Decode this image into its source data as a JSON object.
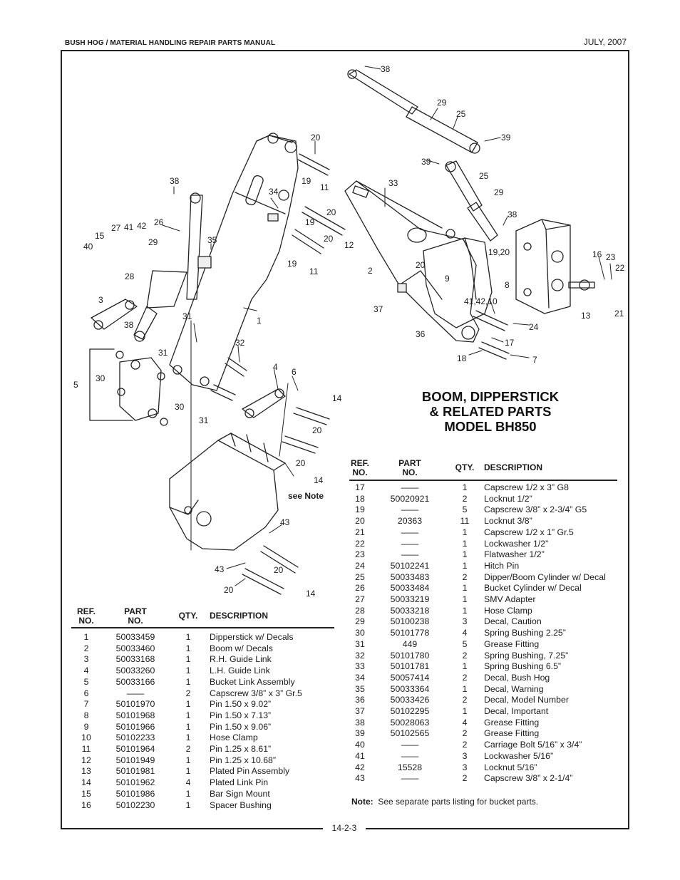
{
  "header": {
    "manual_title": "BUSH HOG / MATERIAL HANDLING REPAIR PARTS MANUAL",
    "date": "JULY, 2007"
  },
  "footer": {
    "page_number": "14-2-3"
  },
  "title": {
    "line1": "BOOM, DIPPERSTICK",
    "line2": "& RELATED PARTS",
    "line3": "MODEL BH850"
  },
  "table_headers": {
    "ref": "REF.",
    "ref2": "NO.",
    "part": "PART",
    "part2": "NO.",
    "qty": "QTY.",
    "desc": "DESCRIPTION"
  },
  "diagram": {
    "see_note": "see Note",
    "callouts": [
      "38",
      "29",
      "25",
      "39",
      "20",
      "19",
      "11",
      "39",
      "25",
      "29",
      "38",
      "33",
      "34",
      "20",
      "19",
      "20",
      "12",
      "19",
      "11",
      "35",
      "2",
      "20",
      "9",
      "19,20",
      "8",
      "16",
      "23",
      "22",
      "21",
      "13",
      "38",
      "26",
      "27",
      "41",
      "42",
      "15",
      "40",
      "28",
      "29",
      "3",
      "38",
      "31",
      "1",
      "37",
      "41,42,10",
      "36",
      "24",
      "17",
      "18",
      "7",
      "31",
      "32",
      "30",
      "5",
      "31",
      "30",
      "4",
      "6",
      "14",
      "20",
      "20",
      "14",
      "43",
      "43",
      "20",
      "20",
      "14"
    ]
  },
  "parts_left": [
    {
      "ref": "1",
      "part": "50033459",
      "qty": "1",
      "desc": "Dipperstick w/ Decals"
    },
    {
      "ref": "2",
      "part": "50033460",
      "qty": "1",
      "desc": "Boom w/ Decals"
    },
    {
      "ref": "3",
      "part": "50033168",
      "qty": "1",
      "desc": "R.H. Guide Link"
    },
    {
      "ref": "4",
      "part": "50033260",
      "qty": "1",
      "desc": "L.H. Guide Link"
    },
    {
      "ref": "5",
      "part": "50033166",
      "qty": "1",
      "desc": "Bucket Link Assembly"
    },
    {
      "ref": "6",
      "part": "——",
      "qty": "2",
      "desc": "Capscrew 3/8” x 3” Gr.5"
    },
    {
      "ref": "7",
      "part": "50101970",
      "qty": "1",
      "desc": "Pin 1.50 x 9.02”"
    },
    {
      "ref": "8",
      "part": "50101968",
      "qty": "1",
      "desc": "Pin 1.50 x 7.13”"
    },
    {
      "ref": "9",
      "part": "50101966",
      "qty": "1",
      "desc": "Pin 1.50 x 9.06”"
    },
    {
      "ref": "10",
      "part": "50102233",
      "qty": "1",
      "desc": "Hose Clamp"
    },
    {
      "ref": "11",
      "part": "50101964",
      "qty": "2",
      "desc": "Pin 1.25 x 8.61”"
    },
    {
      "ref": "12",
      "part": "50101949",
      "qty": "1",
      "desc": "Pin 1.25 x 10.68”"
    },
    {
      "ref": "13",
      "part": "50101981",
      "qty": "1",
      "desc": "Plated Pin Assembly"
    },
    {
      "ref": "14",
      "part": "50101962",
      "qty": "4",
      "desc": "Plated Link Pin"
    },
    {
      "ref": "15",
      "part": "50101986",
      "qty": "1",
      "desc": "Bar Sign Mount"
    },
    {
      "ref": "16",
      "part": "50102230",
      "qty": "1",
      "desc": "Spacer Bushing"
    }
  ],
  "parts_right": [
    {
      "ref": "17",
      "part": "——",
      "qty": "1",
      "desc": "Capscrew 1/2 x 3” G8"
    },
    {
      "ref": "18",
      "part": "50020921",
      "qty": "2",
      "desc": "Locknut 1/2”"
    },
    {
      "ref": "19",
      "part": "——",
      "qty": "5",
      "desc": "Capscrew 3/8” x 2-3/4” G5"
    },
    {
      "ref": "20",
      "part": "20363",
      "qty": "11",
      "desc": "Locknut 3/8”"
    },
    {
      "ref": "21",
      "part": "——",
      "qty": "1",
      "desc": "Capscrew 1/2 x 1” Gr.5"
    },
    {
      "ref": "22",
      "part": "——",
      "qty": "1",
      "desc": "Lockwasher 1/2”"
    },
    {
      "ref": "23",
      "part": "——",
      "qty": "1",
      "desc": "Flatwasher 1/2”"
    },
    {
      "ref": "24",
      "part": "50102241",
      "qty": "1",
      "desc": "Hitch Pin"
    },
    {
      "ref": "25",
      "part": "50033483",
      "qty": "2",
      "desc": "Dipper/Boom Cylinder w/ Decal"
    },
    {
      "ref": "26",
      "part": "50033484",
      "qty": "1",
      "desc": "Bucket Cylinder w/ Decal"
    },
    {
      "ref": "27",
      "part": "50033219",
      "qty": "1",
      "desc": "SMV Adapter"
    },
    {
      "ref": "28",
      "part": "50033218",
      "qty": "1",
      "desc": "Hose Clamp"
    },
    {
      "ref": "29",
      "part": "50100238",
      "qty": "3",
      "desc": "Decal, Caution"
    },
    {
      "ref": "30",
      "part": "50101778",
      "qty": "4",
      "desc": "Spring Bushing 2.25”"
    },
    {
      "ref": "31",
      "part": "449",
      "qty": "5",
      "desc": "Grease Fitting"
    },
    {
      "ref": "32",
      "part": "50101780",
      "qty": "2",
      "desc": "Spring Bushing, 7.25”"
    },
    {
      "ref": "33",
      "part": "50101781",
      "qty": "1",
      "desc": "Spring Bushing 6.5”"
    },
    {
      "ref": "34",
      "part": "50057414",
      "qty": "2",
      "desc": "Decal, Bush Hog"
    },
    {
      "ref": "35",
      "part": "50033364",
      "qty": "1",
      "desc": "Decal, Warning"
    },
    {
      "ref": "36",
      "part": "50033426",
      "qty": "2",
      "desc": "Decal, Model Number"
    },
    {
      "ref": "37",
      "part": "50102295",
      "qty": "1",
      "desc": "Decal, Important"
    },
    {
      "ref": "38",
      "part": "50028063",
      "qty": "4",
      "desc": "Grease Fitting"
    },
    {
      "ref": "39",
      "part": "50102565",
      "qty": "2",
      "desc": "Grease Fitting"
    },
    {
      "ref": "40",
      "part": "——",
      "qty": "2",
      "desc": "Carriage Bolt 5/16” x 3/4”"
    },
    {
      "ref": "41",
      "part": "——",
      "qty": "3",
      "desc": "Lockwasher 5/16”"
    },
    {
      "ref": "42",
      "part": "15528",
      "qty": "3",
      "desc": "Locknut 5/16”"
    },
    {
      "ref": "43",
      "part": "——",
      "qty": "2",
      "desc": "Capscrew 3/8” x 2-1/4”"
    }
  ],
  "note": {
    "label": "Note:",
    "text": "See separate parts listing for bucket parts."
  }
}
